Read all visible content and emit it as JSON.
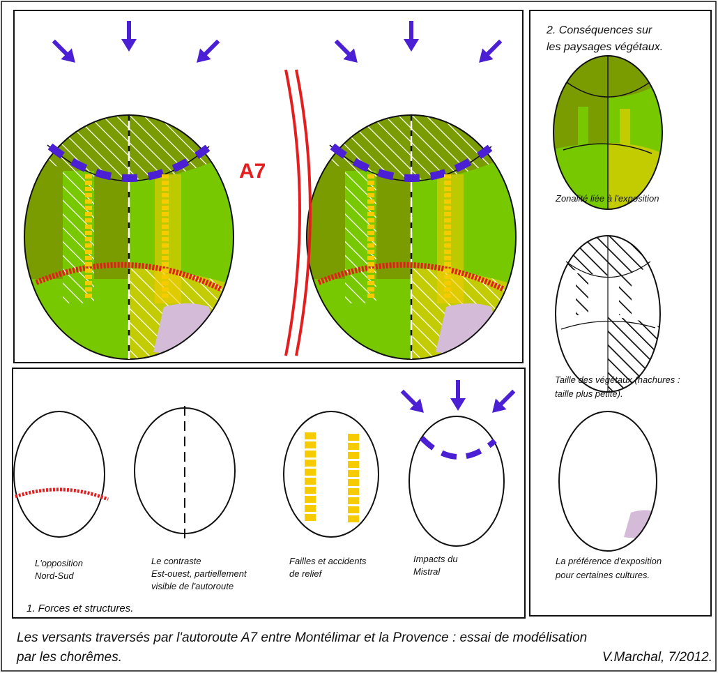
{
  "road_label": "A7",
  "panel1": {
    "title": "1. Forces et structures.",
    "items": [
      {
        "lines": [
          "L'opposition",
          "Nord-Sud"
        ]
      },
      {
        "lines": [
          "Le contraste",
          "Est-ouest, partiellement",
          "visible de l'autoroute"
        ]
      },
      {
        "lines": [
          "Failles et accidents",
          "de relief"
        ]
      },
      {
        "lines": [
          "Impacts du",
          "Mistral"
        ]
      }
    ]
  },
  "panel2": {
    "title_lines": [
      "2. Conséquences sur",
      "les paysages végétaux."
    ],
    "items": [
      {
        "lines": [
          "Zonalité liée à l'exposition"
        ]
      },
      {
        "lines": [
          "Taille des végétaux (hachures :",
          "taille plus petite)."
        ]
      },
      {
        "lines": [
          "La préférence d'exposition",
          "pour certaines cultures."
        ]
      }
    ]
  },
  "caption": {
    "line1": "Les versants traversés par l'autoroute A7 entre Montélimar et la Provence : essai de modélisation",
    "line2": "par les chorêmes.",
    "credit": "V.Marchal, 7/2012."
  },
  "colors": {
    "dark_green": "#7a9c00",
    "light_green": "#78c800",
    "yellow_green": "#c2cc00",
    "lavender": "#d4bcd8",
    "mistral_blue": "#4b1fd4",
    "fault_yellow": "#f6cc00",
    "road_red": "#e41e1e"
  }
}
